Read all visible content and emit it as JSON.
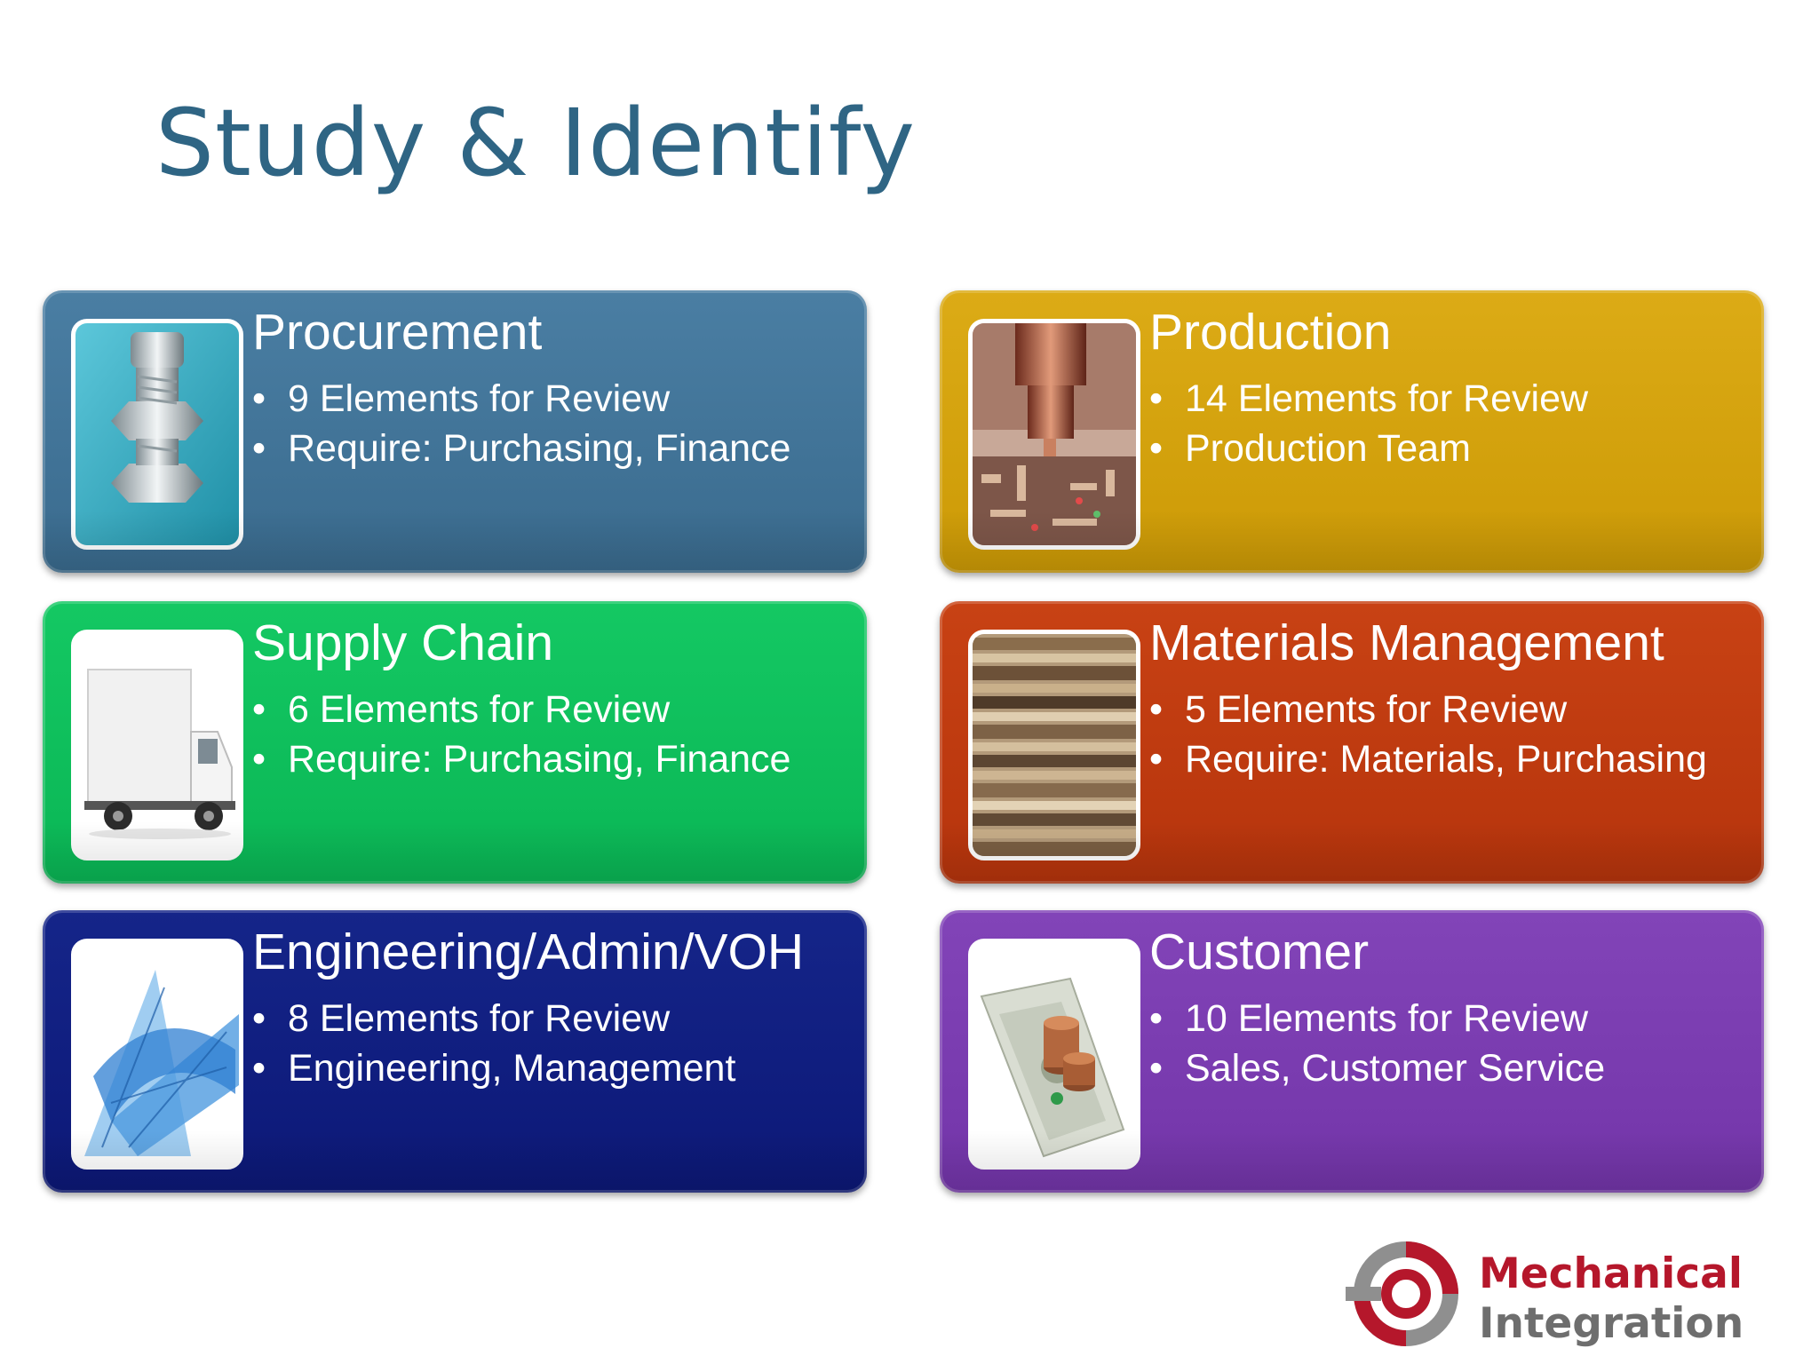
{
  "title": "Study & Identify",
  "cards": [
    {
      "title": "Procurement",
      "bullets": [
        "9 Elements for Review",
        "Require: Purchasing, Finance"
      ],
      "color": "#3e6f93",
      "image": "bolt-nut-image"
    },
    {
      "title": "Production",
      "bullets": [
        "14 Elements for Review",
        "Production Team"
      ],
      "color": "#d5a20c",
      "image": "circuit-drill-image"
    },
    {
      "title": "Supply Chain",
      "bullets": [
        "6 Elements for Review",
        "Require: Purchasing, Finance"
      ],
      "color": "#0cbd5a",
      "image": "truck-image"
    },
    {
      "title": "Materials Management",
      "bullets": [
        "5 Elements for Review",
        "Require: Materials, Purchasing"
      ],
      "color": "#c0390f",
      "image": "cardboard-stack-image"
    },
    {
      "title": "Engineering/Admin/VOH",
      "bullets": [
        "8 Elements for Review",
        "Engineering, Management"
      ],
      "color": "#0f1d80",
      "image": "drafting-tools-image"
    },
    {
      "title": "Customer",
      "bullets": [
        "10 Elements for Review",
        "Sales, Customer Service"
      ],
      "color": "#7a3cb0",
      "image": "money-coins-image"
    }
  ],
  "logo": {
    "line1": "Mechanical",
    "line2": "Integration",
    "red": "#b5172b",
    "gray": "#6e6e6e"
  }
}
